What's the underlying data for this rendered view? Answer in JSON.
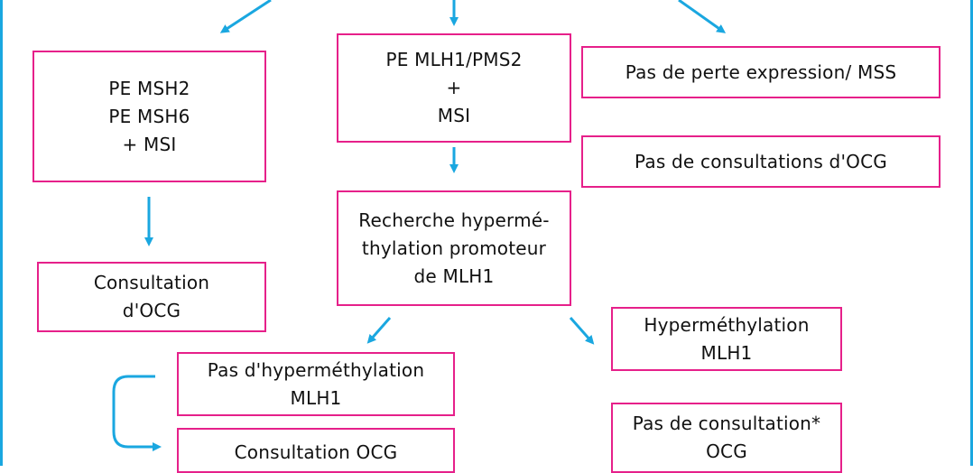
{
  "colors": {
    "box_border": "#e6208a",
    "arrow": "#1aa7e0",
    "frame": "#1aa7e0"
  },
  "boxes": {
    "pe_msh2": "PE MSH2\nPE MSH6\n+ MSI",
    "pe_mlh1": "PE MLH1/PMS2\n+\nMSI",
    "no_loss": "Pas de perte expression/ MSS",
    "no_consult_ocg": "Pas de consultations d'OCG",
    "consult_ocg_left": "Consultation\nd'OCG",
    "recherche": "Recherche hypermé-\nthylation promoteur\nde MLH1",
    "hypermeth": "Hyperméthylation\nMLH1",
    "no_hypermeth": "Pas d'hyperméthylation\nMLH1",
    "consult_ocg_bottom": "Consultation OCG",
    "no_consult_star": "Pas de consultation*\nOCG"
  }
}
